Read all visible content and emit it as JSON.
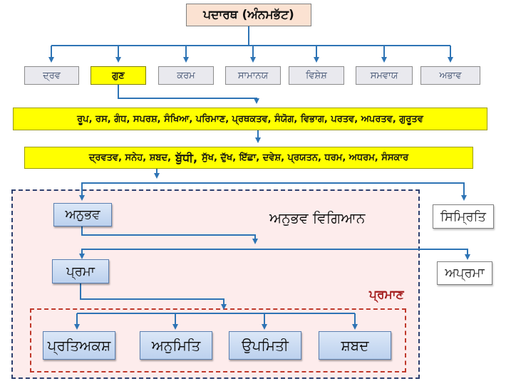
{
  "diagram": {
    "root": "ਪਦਾਰਥ (ਅੰਨਮਭੱਟ)",
    "categories": [
      "ਦ੍ਰਵ",
      "ਗੁਣ",
      "ਕਰਮ",
      "ਸਾਮਾਨਯ",
      "ਵਿਸ਼ੇਸ਼",
      "ਸਮਵਾਯ",
      "ਅਭਾਵ"
    ],
    "highlighted_category": "ਗੁਣ",
    "qualities_row1": "ਰੂਪ, ਰਸ, ਗੰਧ, ਸਪਰਸ਼, ਸੰਖਿਆ, ਪਰਿਮਾਣ, ਪ੍ਰਥਕਤਵ, ਸੰਯੋਗ, ਵਿਭਾਗ, ਪਰਤਵ, ਅਪਰਤਵ, ਗੁਰੂਤਵ",
    "qualities_row2_before": "ਦ੍ਰਵਤਵ, ਸਨੇਹ, ਸ਼ਬਦ,",
    "qualities_row2_bold": "ਬੁੱਧੀ,",
    "qualities_row2_after": "ਸੁੱਖ, ਦੁੱਖ, ਇੱਛਾ, ਦਵੇਸ਼, ਪ੍ਰਯਤਨ, ਧਰਮ, ਅਧਰਮ, ਸੰਸਕਾਰ",
    "anubhav": "ਅਨੁਭਵ",
    "smriti": "ਸਿਮ੍ਰਿਤਿ",
    "anubhav_vigyan_label": "ਅਨੁਭਵ ਵਿਗਿਆਨ",
    "prama": "ਪ੍ਰਮਾ",
    "aprama": "ਅਪ੍ਰਮਾ",
    "praman_label": "ਪ੍ਰਮਾਣ",
    "pramanas": [
      "ਪ੍ਰਤਿਅਕਸ਼",
      "ਅਨੁਮਿਤਿ",
      "ਉਪਮਿਤੀ",
      "ਸ਼ਬਦ"
    ]
  },
  "colors": {
    "arrow": "#2e74b5",
    "highlight": "#ffff00",
    "panel_bg": "#fdecec",
    "panel_border": "#2e3f6e",
    "inner_border": "#c0392b",
    "root_bg": "#fbe2d2"
  }
}
